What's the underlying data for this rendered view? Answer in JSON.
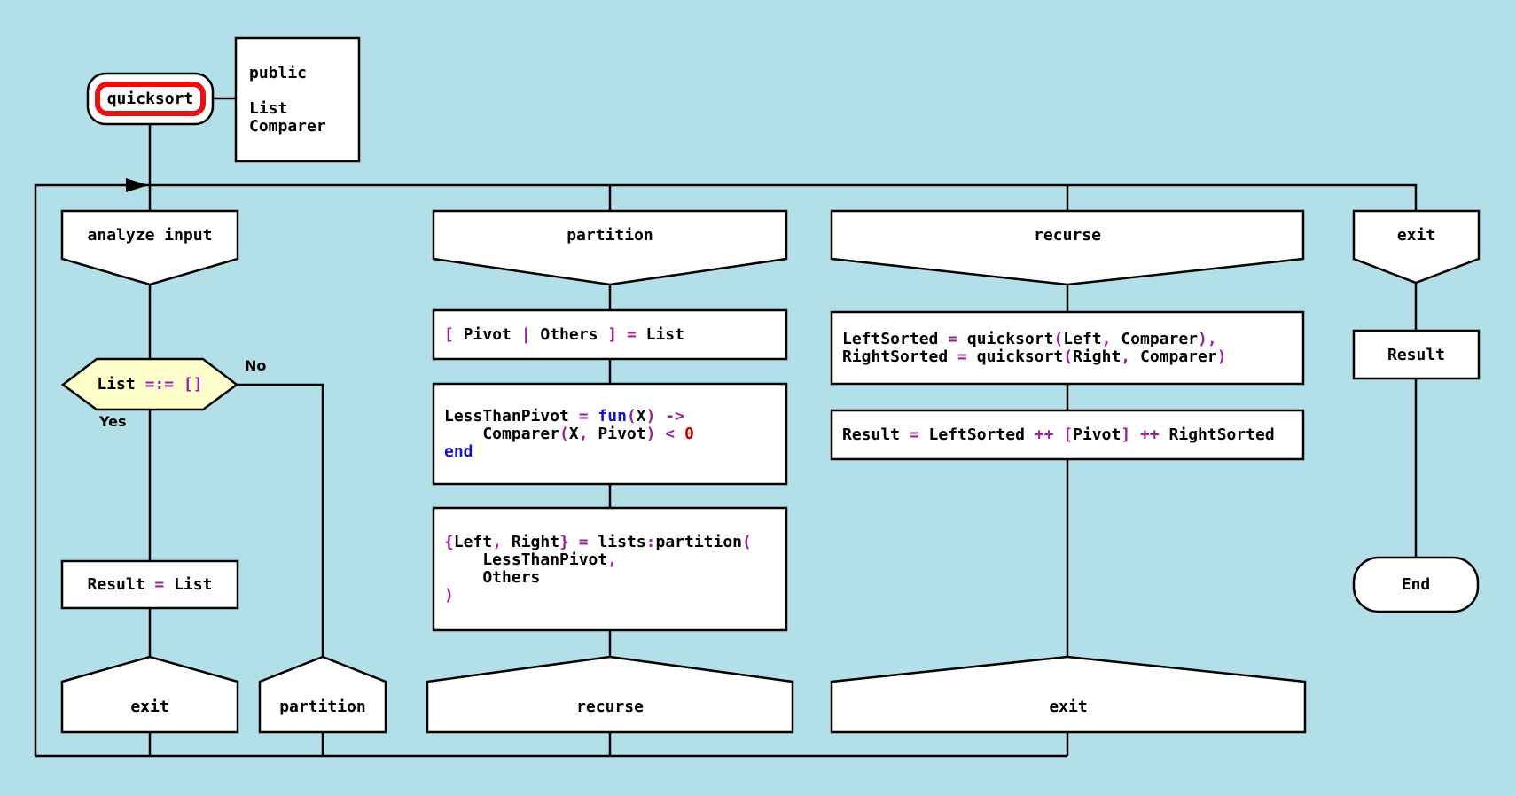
{
  "palette": {
    "background": "#b2dfe8",
    "node_fill": "#ffffff",
    "line": "#000000",
    "question_fill": "#ffffcc",
    "selection_highlight": "#e81010",
    "token_identifier": "#000000",
    "token_operator": "#9d209d",
    "token_keyword": "#1414cc",
    "token_number": "#c00000"
  },
  "nodes": {
    "start": {
      "label": "quicksort"
    },
    "params": {
      "lines": [
        "public",
        "",
        "List",
        "Comparer"
      ]
    },
    "headers": {
      "analyze": "analyze input",
      "partition": "partition",
      "recurse": "recurse",
      "exit": "exit"
    },
    "question": {
      "tokens": [
        [
          "List ",
          "k"
        ],
        [
          "=:=",
          "pu"
        ],
        [
          " ",
          "k"
        ],
        [
          "[]",
          "pu"
        ]
      ],
      "yes_label": "Yes",
      "no_label": "No"
    },
    "result_list": {
      "tokens": [
        [
          "Result ",
          "k"
        ],
        [
          "=",
          "pu"
        ],
        [
          " List",
          "k"
        ]
      ]
    },
    "pivot_split": {
      "tokens": [
        [
          "[",
          "pu"
        ],
        [
          " Pivot ",
          "k"
        ],
        [
          "|",
          "pu"
        ],
        [
          " Others ",
          "k"
        ],
        [
          "]",
          "pu"
        ],
        [
          " ",
          "k"
        ],
        [
          "=",
          "pu"
        ],
        [
          " List",
          "k"
        ]
      ]
    },
    "less_than_pivot": {
      "lines": [
        [
          [
            "LessThanPivot ",
            "k"
          ],
          [
            "=",
            "pu"
          ],
          [
            " ",
            "k"
          ],
          [
            "fun",
            "bl"
          ],
          [
            "(",
            "pu"
          ],
          [
            "X",
            "k"
          ],
          [
            ")",
            "pu"
          ],
          [
            " ",
            "k"
          ],
          [
            "->",
            "pu"
          ]
        ],
        [
          [
            "    Comparer",
            "k"
          ],
          [
            "(",
            "pu"
          ],
          [
            "X",
            "k"
          ],
          [
            ",",
            "pu"
          ],
          [
            " Pivot",
            "k"
          ],
          [
            ")",
            "pu"
          ],
          [
            " ",
            "k"
          ],
          [
            "<",
            "pu"
          ],
          [
            " ",
            "k"
          ],
          [
            "0",
            "re"
          ]
        ],
        [
          [
            "end",
            "bl"
          ]
        ]
      ]
    },
    "partition_call": {
      "lines": [
        [
          [
            "{",
            "pu"
          ],
          [
            "Left",
            "k"
          ],
          [
            ",",
            "pu"
          ],
          [
            " Right",
            "k"
          ],
          [
            "}",
            "pu"
          ],
          [
            " ",
            "k"
          ],
          [
            "=",
            "pu"
          ],
          [
            " lists",
            "k"
          ],
          [
            ":",
            "pu"
          ],
          [
            "partition",
            "k"
          ],
          [
            "(",
            "pu"
          ]
        ],
        [
          [
            "    LessThanPivot",
            "k"
          ],
          [
            ",",
            "pu"
          ]
        ],
        [
          [
            "    Others",
            "k"
          ]
        ],
        [
          [
            ")",
            "pu"
          ]
        ]
      ]
    },
    "recurse_calls": {
      "lines": [
        [
          [
            "LeftSorted ",
            "k"
          ],
          [
            "=",
            "pu"
          ],
          [
            " quicksort",
            "k"
          ],
          [
            "(",
            "pu"
          ],
          [
            "Left",
            "k"
          ],
          [
            ",",
            "pu"
          ],
          [
            " Comparer",
            "k"
          ],
          [
            "),",
            "pu"
          ]
        ],
        [
          [
            "RightSorted ",
            "k"
          ],
          [
            "=",
            "pu"
          ],
          [
            " quicksort",
            "k"
          ],
          [
            "(",
            "pu"
          ],
          [
            "Right",
            "k"
          ],
          [
            ",",
            "pu"
          ],
          [
            " Comparer",
            "k"
          ],
          [
            ")",
            "pu"
          ]
        ]
      ]
    },
    "concat": {
      "tokens": [
        [
          "Result ",
          "k"
        ],
        [
          "=",
          "pu"
        ],
        [
          " LeftSorted ",
          "k"
        ],
        [
          "++",
          "pu"
        ],
        [
          " ",
          "k"
        ],
        [
          "[",
          "pu"
        ],
        [
          "Pivot",
          "k"
        ],
        [
          "]",
          "pu"
        ],
        [
          " ",
          "k"
        ],
        [
          "++",
          "pu"
        ],
        [
          " RightSorted",
          "k"
        ]
      ]
    },
    "addresses": {
      "exit_left": "exit",
      "partition": "partition",
      "recurse": "recurse",
      "exit_right": "exit"
    },
    "result_out": {
      "label": "Result"
    },
    "end": {
      "label": "End"
    }
  }
}
